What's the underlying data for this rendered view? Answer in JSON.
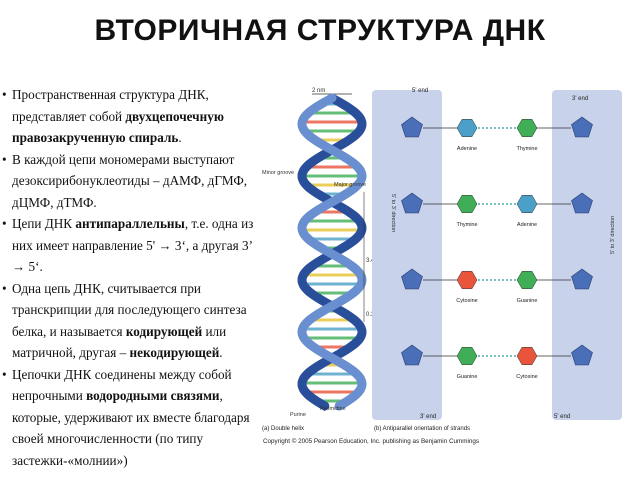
{
  "title": "ВТОРИЧНАЯ СТРУКТУРА ДНК",
  "bullets": [
    {
      "pre": "Пространственная структура ДНК, представляет собой ",
      "bold": "двухцепочечную правозакрученную спираль",
      "post": "."
    },
    {
      "pre": "В каждой цепи мономерами выступают дезоксирибонуклеотиды – дАМФ, дГМФ, дЦМФ, дТМФ.",
      "bold": "",
      "post": ""
    },
    {
      "pre": "Цепи ДНК ",
      "bold": "антипараллельны",
      "post": ", т.е. одна из них имеет направление 5' → 3‘, а другая 3’ → 5‘."
    },
    {
      "pre": "Одна цепь ДНК, считывается при транскрипции для последующего синтеза белка, и называется ",
      "bold": "кодирующей",
      "post": " или матричной, другая – ",
      "bold2": "некодирующей",
      "post2": "."
    },
    {
      "pre": "Цепочки ДНК соединены между собой непрочными ",
      "bold": "водородными связями",
      "post": ", которые, удерживают их вместе благодаря своей многочисленности (по типу застежки-«молнии»)"
    }
  ],
  "figure": {
    "helix": {
      "width_label": "2 nm",
      "minor_groove": "Minor groove",
      "major_groove": "Major groove",
      "pitch_label": "3.4 nm",
      "rise_label": "0.34 nm",
      "purine_label": "Purine",
      "pyrimidine_label": "Pyrimidine",
      "caption": "(a) Double helix"
    },
    "antiparallel": {
      "five_end_top": "5' end",
      "three_end_top": "3' end",
      "three_end_bottom": "3' end",
      "five_end_bottom": "5' end",
      "dir_left": "5' to 3' direction",
      "dir_right": "5' to 3' direction",
      "pairs": [
        {
          "left": "Adenine",
          "right": "Thymine",
          "left_color": "#4aa0c8",
          "right_color": "#3fae56"
        },
        {
          "left": "Thymine",
          "right": "Adenine",
          "left_color": "#3fae56",
          "right_color": "#4aa0c8"
        },
        {
          "left": "Cytosine",
          "right": "Guanine",
          "left_color": "#e8553a",
          "right_color": "#3fae56"
        },
        {
          "left": "Guanine",
          "right": "Cytosine",
          "left_color": "#3fae56",
          "right_color": "#e8553a"
        }
      ],
      "caption": "(b) Antiparallel orientation of strands"
    },
    "copyright": "Copyright © 2005 Pearson Education, Inc. publishing as Benjamin Cummings"
  },
  "colors": {
    "strand_light": "#6a8fd0",
    "strand_dark": "#2a4f9a",
    "panel_bg": "#c8d2ea",
    "adenine": "#4aa0c8",
    "thymine": "#3fae56",
    "cytosine": "#e8553a",
    "guanine": "#3fae56"
  }
}
